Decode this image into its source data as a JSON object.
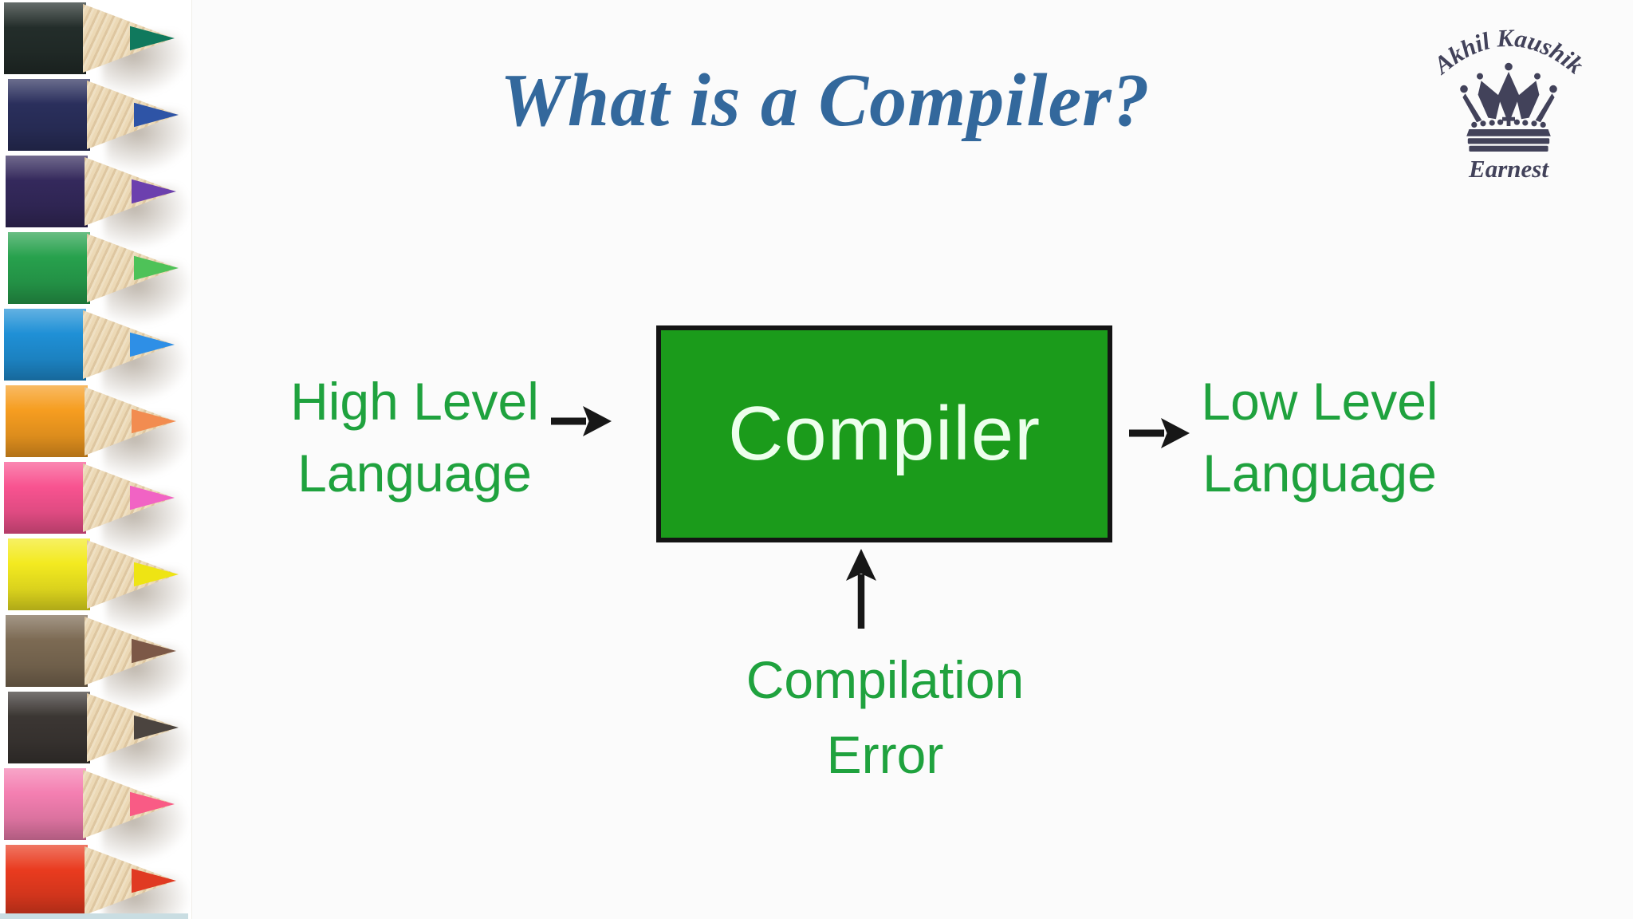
{
  "slide": {
    "title": "What is a Compiler?",
    "title_color": "#33689C",
    "background": "#FBFBFB"
  },
  "logo": {
    "arc_text": "Akhil Kaushik",
    "caption": "Earnest",
    "color": "#42425A"
  },
  "diagram": {
    "input_label": [
      "High Level",
      "Language"
    ],
    "process_label": "Compiler",
    "output_label": [
      "Low Level",
      "Language"
    ],
    "error_label": [
      "Compilation",
      "Error"
    ],
    "text_color": "#1FA23E",
    "box_fill": "#1B9B1B",
    "box_border": "#141414",
    "box_text_color": "#EDFFEC",
    "arrow_color": "#171717"
  },
  "pencil_strip": {
    "wood_color": "#ECD9B6",
    "bottom_bar_color": "#C9DDE2",
    "pencils": [
      {
        "name": "dark-teal",
        "body": "#232D2A",
        "tip": "#10795D"
      },
      {
        "name": "navy-blue",
        "body": "#2A2F5C",
        "tip": "#2E54A6"
      },
      {
        "name": "dark-purple",
        "body": "#34295C",
        "tip": "#6C40AE"
      },
      {
        "name": "green",
        "body": "#27A14D",
        "tip": "#4EC258"
      },
      {
        "name": "blue",
        "body": "#1F90D6",
        "tip": "#2E8FE6"
      },
      {
        "name": "orange",
        "body": "#F69D20",
        "tip": "#F28C50"
      },
      {
        "name": "pink",
        "body": "#F85390",
        "tip": "#F163C4"
      },
      {
        "name": "yellow",
        "body": "#F3EA20",
        "tip": "#EEE414"
      },
      {
        "name": "brown",
        "body": "#7C6A53",
        "tip": "#7C5847"
      },
      {
        "name": "charcoal",
        "body": "#3B3633",
        "tip": "#4B443F"
      },
      {
        "name": "light-pink",
        "body": "#F47FB1",
        "tip": "#F95B85"
      },
      {
        "name": "red",
        "body": "#E93B1F",
        "tip": "#E03A22"
      }
    ]
  }
}
